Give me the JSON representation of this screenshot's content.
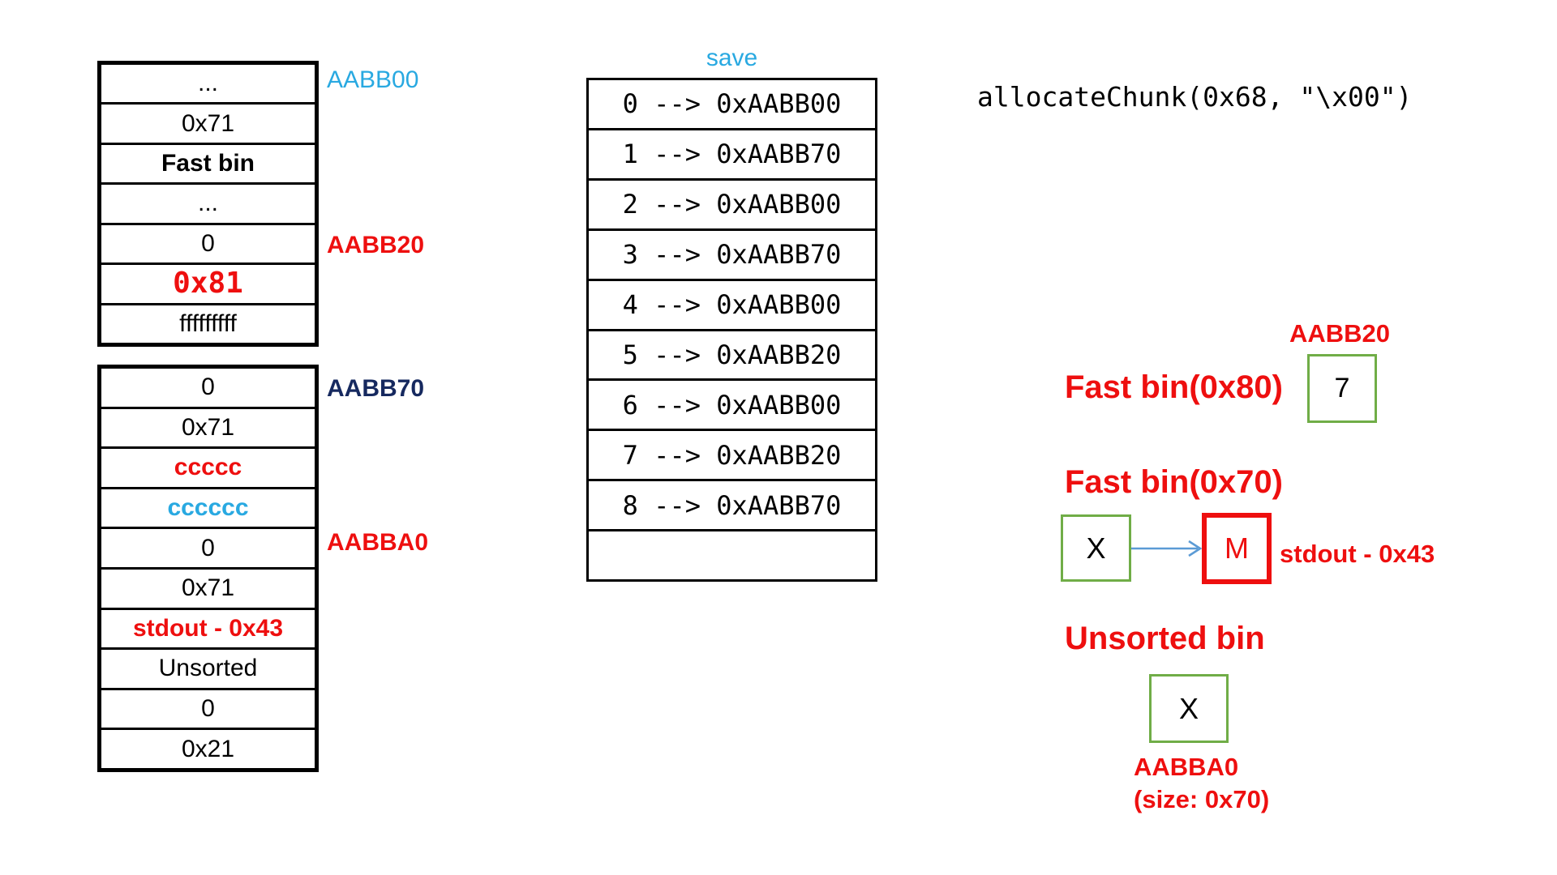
{
  "colors": {
    "red": "#ee0f0f",
    "cyan": "#29a9e1",
    "navy": "#16295f",
    "green": "#70ad47",
    "arrow": "#5b9bd5"
  },
  "chunks": {
    "top": {
      "rows": [
        "...",
        "0x71",
        "Fast bin",
        "...",
        "0",
        "0x81",
        "fffffffff"
      ]
    },
    "bottom": {
      "rows": [
        "0",
        "0x71",
        "ccccc",
        "cccccc",
        "0",
        "0x71",
        "stdout - 0x43",
        "Unsorted",
        "0",
        "0x21"
      ]
    },
    "labels": {
      "aabb00": "AABB00",
      "aabb20": "AABB20",
      "aabb70": "AABB70",
      "aabba0": "AABBA0"
    }
  },
  "save": {
    "title": "save",
    "rows": [
      "0 --> 0xAABB00",
      "1 --> 0xAABB70",
      "2 --> 0xAABB00",
      "3 --> 0xAABB70",
      "4 --> 0xAABB00",
      "5 --> 0xAABB20",
      "6 --> 0xAABB00",
      "7 --> 0xAABB20",
      "8 --> 0xAABB70",
      ""
    ]
  },
  "code": {
    "allocate_call": "allocateChunk(0x68, \"\\x00\")"
  },
  "right": {
    "fast_bin_80": {
      "title": "Fast bin(0x80)",
      "box_label": "AABB20",
      "box_value": "7"
    },
    "fast_bin_70": {
      "title": "Fast bin(0x70)",
      "box_x": "X",
      "box_m": "M",
      "note": "stdout - 0x43"
    },
    "unsorted": {
      "title": "Unsorted bin",
      "box_value": "X",
      "addr": "AABBA0",
      "size": "(size: 0x70)"
    }
  }
}
